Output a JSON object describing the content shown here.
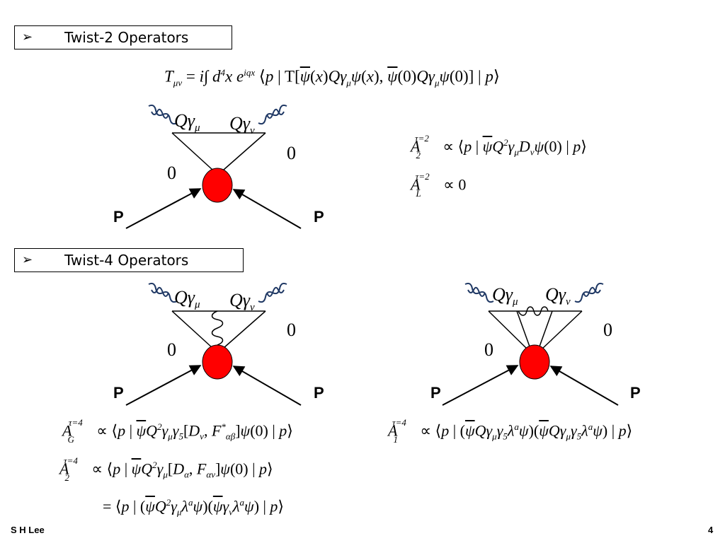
{
  "section1": {
    "bullet": "➢",
    "title": "Twist-2 Operators"
  },
  "section2": {
    "bullet": "➢",
    "title": "Twist-4 Operators"
  },
  "eq_main": "Tμν = i∫ d⁴x eⁱᵍˣ ⟨p | T[ψ̅(x)Qγμψ(x), ψ̅(0)Qγμψ(0)] | p⟩",
  "eq_a2_twist2": "A₂τ=2 ∝ ⟨p | ψ̅Q²γμDνψ(0) | p⟩",
  "eq_al_twist2": "ALτ=2 ∝ 0",
  "eq_ag_twist4": "AGτ=4 ∝ ⟨p | ψ̅Q²γμγ₅[Dν, F*αβ]ψ(0) | p⟩",
  "eq_a2_twist4_line1": "A₂τ=4 ∝ ⟨p | ψ̅Q²γμ[Dα, Fαν]ψ(0) | p⟩",
  "eq_a2_twist4_line2": "= ⟨p | (ψ̅Q²γμλᵃψ)(ψ̅γνλᵃψ) | p⟩",
  "eq_a1_twist4": "A₁τ=4 ∝ ⟨p | (ψ̅Qγμγ₅λᵃψ)(ψ̅Qγμγ₅λᵃψ) | p⟩",
  "diagram": {
    "vertex_left": "Qγμ",
    "vertex_right": "Qγν",
    "zero": "0",
    "proton": "P",
    "blob_color": "#ff0000",
    "photon_color": "#1f3864"
  },
  "footer": {
    "author": "S H Lee",
    "page": "4"
  }
}
